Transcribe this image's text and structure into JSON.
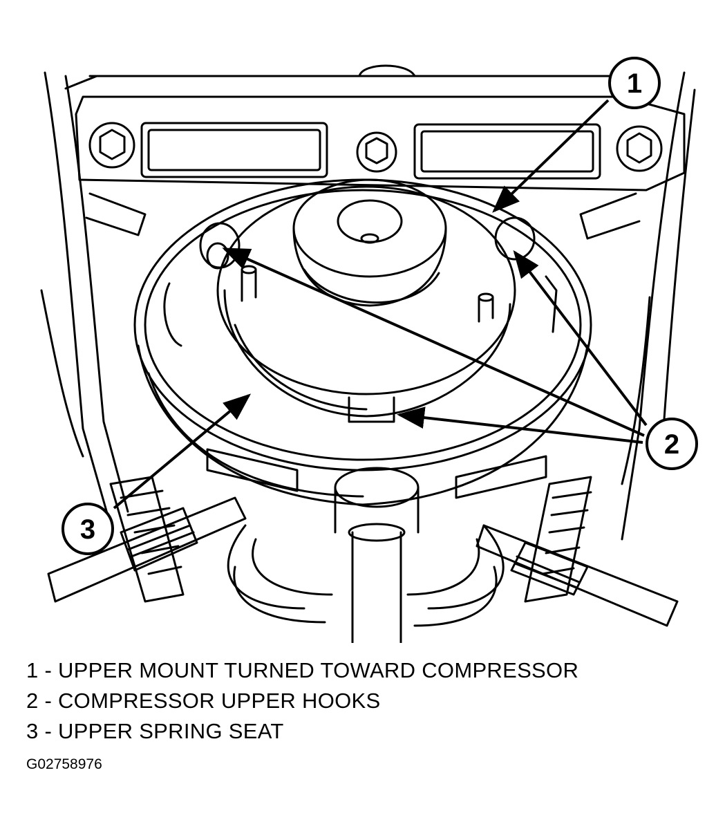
{
  "callouts": [
    {
      "number": "1"
    },
    {
      "number": "2"
    },
    {
      "number": "3"
    }
  ],
  "legend": [
    {
      "number": "1",
      "text": "1 - UPPER MOUNT TURNED TOWARD COMPRESSOR"
    },
    {
      "number": "2",
      "text": "2 - COMPRESSOR UPPER HOOKS"
    },
    {
      "number": "3",
      "text": "3 - UPPER SPRING SEAT"
    }
  ],
  "figure_id": "G02758976",
  "colors": {
    "line": "#000000",
    "background": "#ffffff"
  }
}
